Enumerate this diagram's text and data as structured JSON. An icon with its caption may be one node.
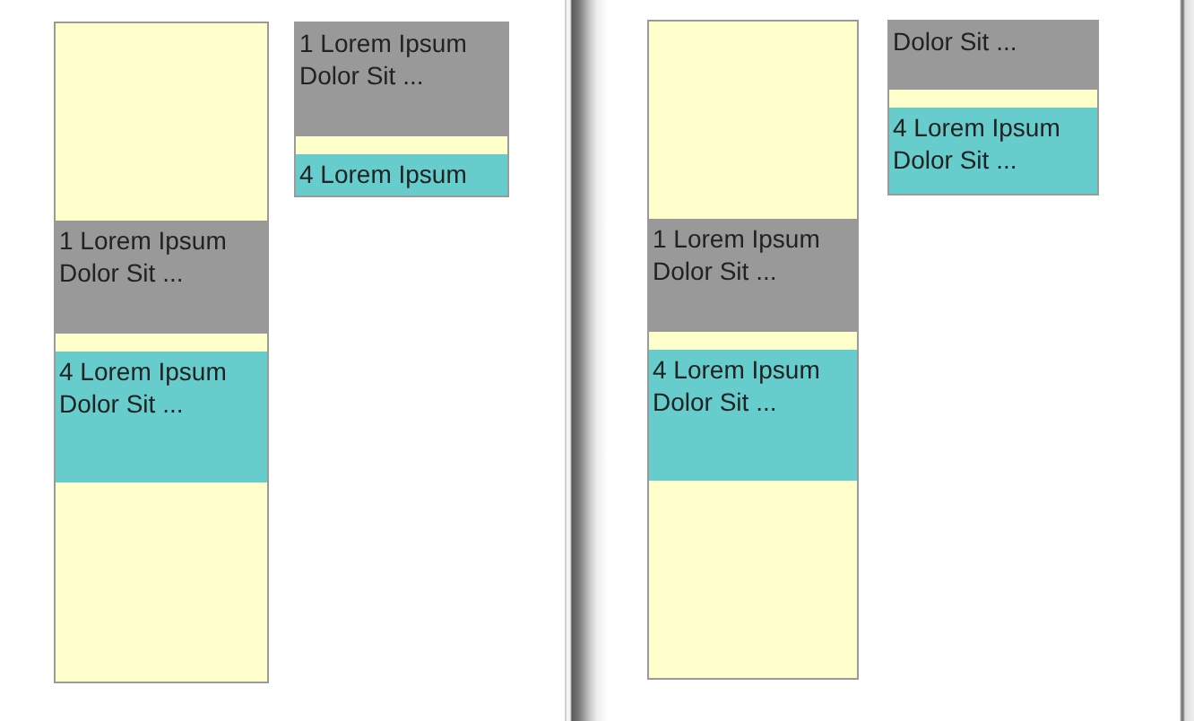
{
  "diagram": {
    "nodes": [
      {
        "text": [],
        "shape": "box"
      },
      {
        "text": [
          "1 Lorem Ipsum Dolor Sit ..."
        ],
        "in": 0
      },
      {
        "text": [
          "4 Lorem Ipsum Dolor Sit ..."
        ],
        "in": 0
      },
      {
        "text": [],
        "shape": "box"
      },
      {
        "text": [
          "1 Lorem Ipsum Dolor Sit ..."
        ],
        "in": 3
      },
      {
        "text": [
          "4 Lorem Ipsum"
        ],
        "in": 3
      },
      {
        "text": [],
        "shape": "box"
      },
      {
        "text": [
          "1 Lorem Ipsum Dolor Sit ..."
        ],
        "in": 6
      },
      {
        "text": [
          "4 Lorem Ipsum Dolor Sit ..."
        ],
        "in": 6
      },
      {
        "text": [],
        "shape": "box"
      },
      {
        "text": [
          "Dolor Sit ..."
        ],
        "in": 9
      },
      {
        "text": [
          "4 Lorem Ipsum Dolor Sit ..."
        ],
        "in": 9
      }
    ]
  }
}
